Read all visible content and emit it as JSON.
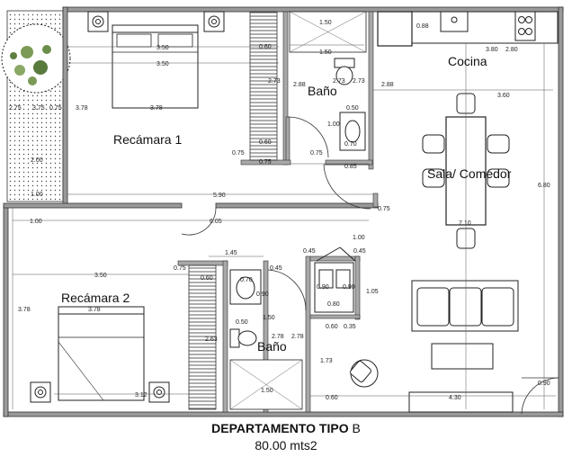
{
  "rooms": {
    "bedroom1": "Recámara  1",
    "bedroom2": "Recámara  2",
    "bath_top": "Baño",
    "bath_bottom": "Baño",
    "kitchen": "Cocina",
    "living_dining": "Sala/ Comedor"
  },
  "dimensions": {
    "bed1_width_top": "3.50",
    "bed1_width_mid": "3.50",
    "bed1_span": "3.78",
    "closet1_width": "0.60",
    "closet1_height": "2.73",
    "closet1_depth": "0.60",
    "closet1_bottom": "0.75",
    "closet1_left_small": "0.75",
    "bath1_top": "1.50",
    "bath1_shower": "1.50",
    "bath1_height_left": "2.88",
    "bath1_wc": "2.73",
    "bath1_wc2": "2.73",
    "bath1_sink": "0.50",
    "bath1_vanity": "1.00",
    "bath1_depth": "0.70",
    "bath1_door": "0.75",
    "bath1_width": "0.85",
    "kitchen_fridge": "0.88",
    "kitchen_counter": "3.80",
    "kitchen_side": "2.80",
    "kitchen_height": "2.88",
    "living_width": "3.60",
    "living_height": "6.80",
    "living_table": "7.10",
    "left_col_a": "3.75",
    "left_col_b": "2.75",
    "left_col_c": "0.75",
    "left_col_d": "2.00",
    "left_col_e": "1.00",
    "hall_width": "5.90",
    "hall_height": "0.75",
    "hall_left": "1.00",
    "corridor": "6.05",
    "corridor_right": "1.00",
    "bed2_width": "3.50",
    "bed2_height": "3.78",
    "bed2_bed": "3.78",
    "bed2_bottom": "3.12",
    "closet2_height": "2.63",
    "hall2_top": "1.45",
    "bath2_depth": "0.60",
    "bath2_left": "0.75",
    "bath2_right": "0.45",
    "bath2_sink_depth": "0.70",
    "bath2_sink_width": "0.90",
    "bath2_small": "0.50",
    "bath2_height_a": "1.50",
    "bath2_height_b": "2.78",
    "bath2_height_c": "2.78",
    "bath2_shower": "1.50",
    "laundry_a": "0.90",
    "laundry_b": "0.90",
    "laundry_c": "0.80",
    "laundry_height": "1.05",
    "laundry_d": "0.60",
    "laundry_e": "0.35",
    "laundry_f": "0.45",
    "laundry_g": "0.45",
    "living2_height": "1.73",
    "living2_bottom": "0.60",
    "living2_width": "4.30",
    "door_right": "0.90"
  },
  "caption": {
    "title_main": "DEPARTAMENTO TIPO ",
    "title_letter": "B",
    "area": "80.00 mts2"
  }
}
